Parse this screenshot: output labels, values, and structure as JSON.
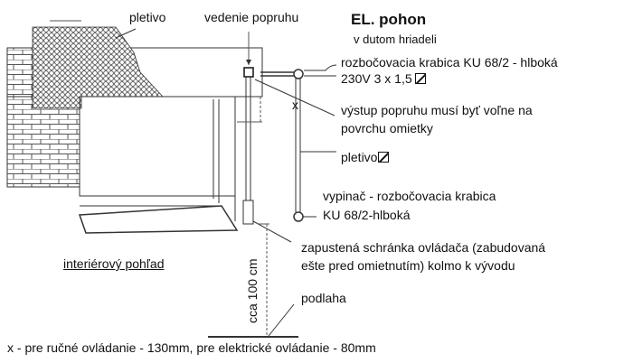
{
  "labels": {
    "mesh_top": "pletivo",
    "strap_guide": "vedenie popruhu",
    "title": "EL. pohon",
    "subtitle": "v dutom hriadeli",
    "junction_box_1": "rozbočovacia krabica KU 68/2 - hlboká",
    "junction_box_2": "230V 3 x 1,5",
    "x_mark": "x",
    "strap_exit_1": "výstup popruhu musí byť voľne na",
    "strap_exit_2": "povrchu omietky",
    "mesh_right": "pletivo",
    "switch_1": "vypinač - rozbočovacia krabica",
    "switch_2": "KU 68/2-hlboká",
    "recessed_1": "zapustená schránka ovládača (zabudovaná",
    "recessed_2": "ešte pred omietnutím) kolmo k vývodu",
    "interior_view": "interiérový pohľad",
    "height": "cca 100 cm",
    "floor": "podlaha",
    "footnote": "x - pre ručné ovládanie - 130mm, pre elektrické ovládanie - 80mm"
  },
  "icons": [
    "cable-cross-section-icon"
  ]
}
